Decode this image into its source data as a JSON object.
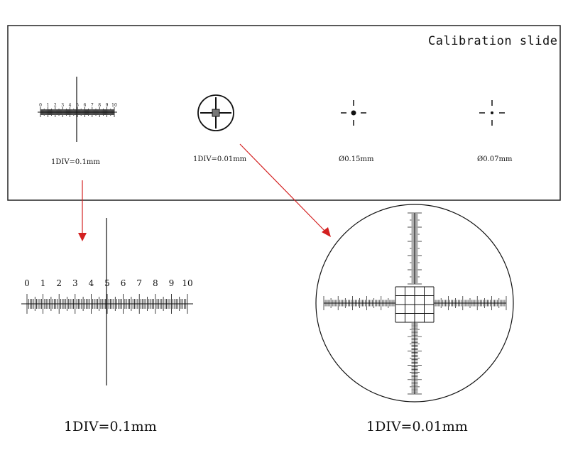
{
  "slide": {
    "title": "Calibration  slide",
    "targets": [
      {
        "id": "linear-scale",
        "label": "1DIV=0.1mm"
      },
      {
        "id": "cross-reticle",
        "label": "1DIV=0.01mm"
      },
      {
        "id": "dot-large",
        "label": "Ø0.15mm"
      },
      {
        "id": "dot-small",
        "label": "Ø0.07mm"
      }
    ]
  },
  "scale_numbers": [
    "0",
    "1",
    "2",
    "3",
    "4",
    "5",
    "6",
    "7",
    "8",
    "9",
    "10"
  ],
  "enlarged": {
    "linear_label": "1DIV=0.1mm",
    "cross_label": "1DIV=0.01mm"
  },
  "colors": {
    "arrow": "#d32020",
    "ink": "#111111",
    "border": "#222222"
  }
}
